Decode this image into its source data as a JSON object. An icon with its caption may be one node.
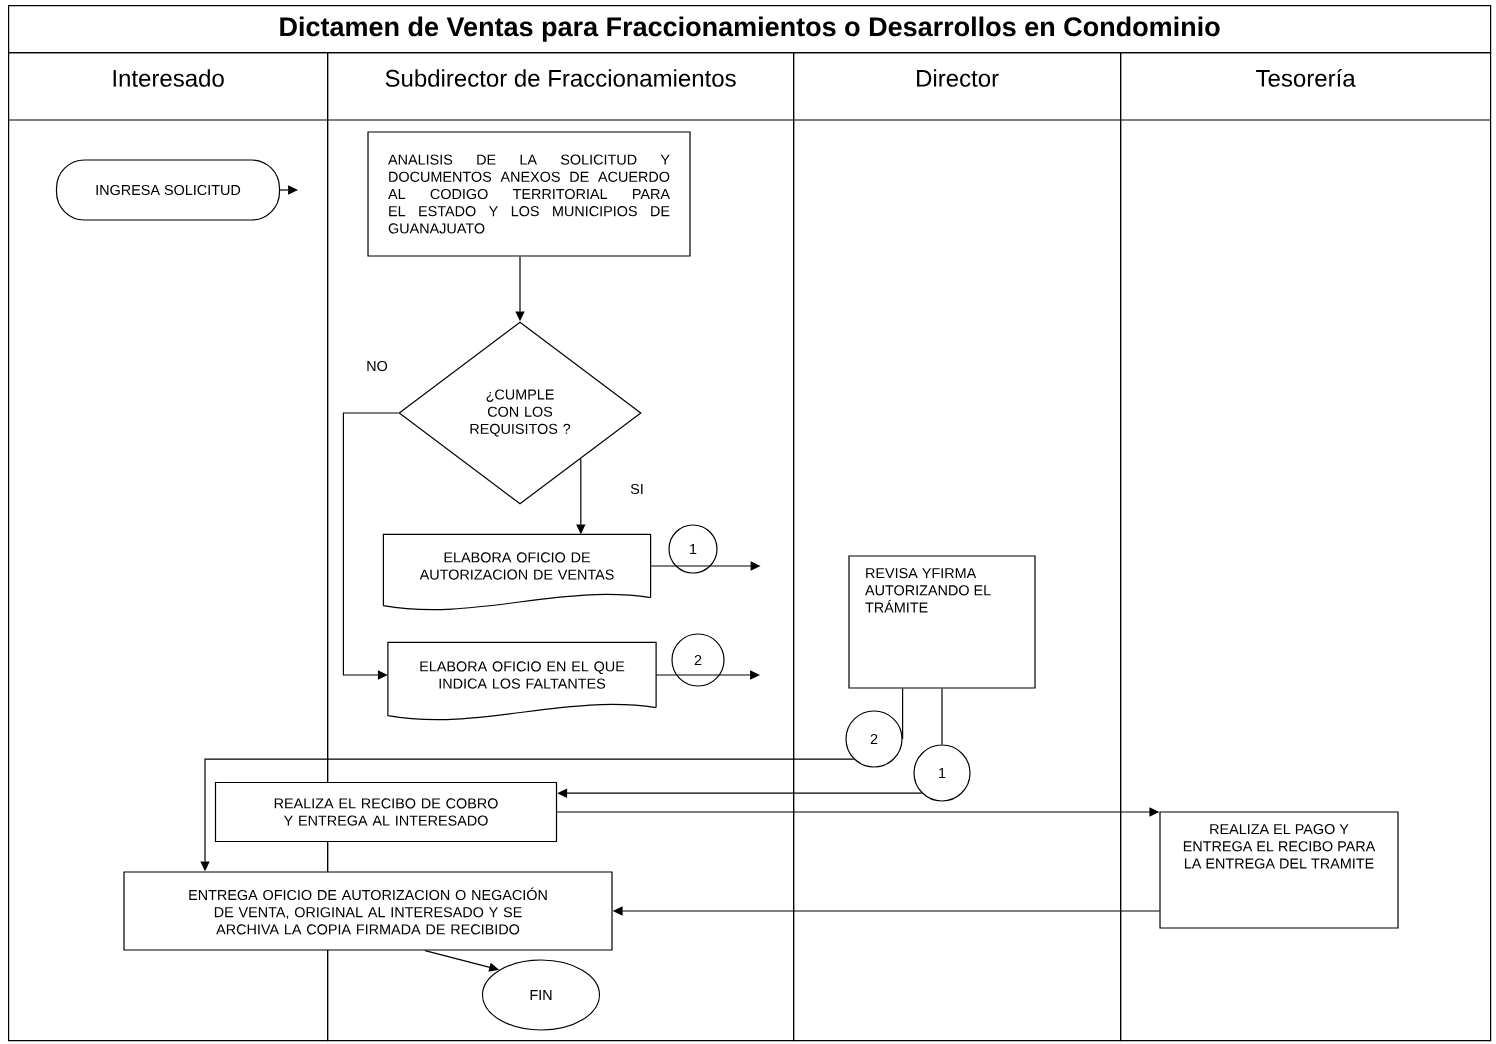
{
  "diagram": {
    "title": "Dictamen de Ventas para Fraccionamientos o Desarrollos en Condominio",
    "nodes": [
      {
        "text": [
          "Interesado"
        ]
      },
      {
        "text": [
          "Subdirector de Fraccionamientos"
        ]
      },
      {
        "text": [
          "Director"
        ]
      },
      {
        "text": [
          "Tesorería"
        ]
      },
      {
        "text": [
          "INGRESA SOLICITUD"
        ],
        "in": 0
      },
      {
        "text": [
          "ANALISIS DE LA SOLICITUD Y DOCUMENTOS ANEXOS DE ACUERDO AL CODIGO TERRITORIAL PARA EL ESTADO Y LOS MUNICIPIOS DE GUANAJUATO"
        ],
        "in": 1
      },
      {
        "text": [
          "¿CUMPLE CON LOS REQUISITOS ?"
        ],
        "in": 1
      },
      {
        "text": [
          "ELABORA OFICIO DE AUTORIZACION DE VENTAS"
        ],
        "in": 1
      },
      {
        "text": [
          "1"
        ],
        "in": 1
      },
      {
        "text": [
          "ELABORA OFICIO EN EL QUE INDICA LOS FALTANTES"
        ],
        "in": 1
      },
      {
        "text": [
          "2"
        ],
        "in": 1
      },
      {
        "text": [
          "REVISA YFIRMA AUTORIZANDO EL TRÁMITE"
        ],
        "in": 2
      },
      {
        "text": [
          "2"
        ],
        "in": 2
      },
      {
        "text": [
          "1"
        ],
        "in": 2
      },
      {
        "text": [
          "REALIZA EL RECIBO DE COBRO Y ENTREGA AL INTERESADO"
        ]
      },
      {
        "text": [
          "REALIZA EL PAGO Y ENTREGA EL RECIBO PARA LA ENTREGA DEL TRAMITE"
        ],
        "in": 3
      },
      {
        "text": [
          "ENTREGA OFICIO DE AUTORIZACION O NEGACIÓN DE VENTA, ORIGINAL AL INTERESADO Y SE ARCHIVA LA COPIA FIRMADA DE RECIBIDO"
        ]
      },
      {
        "text": [
          "FIN"
        ],
        "in": 1
      }
    ],
    "edges": [
      {
        "from": 4,
        "to": null,
        "arrow": "to"
      },
      {
        "from": 5,
        "to": 6,
        "arrow": "to"
      },
      {
        "from": 6,
        "to": 7,
        "arrow": "to",
        "label": "SI"
      },
      {
        "from": 6,
        "to": 9,
        "arrow": "to",
        "label": "NO"
      },
      {
        "from": 7,
        "to": null,
        "arrow": "to"
      },
      {
        "from": 9,
        "to": null,
        "arrow": "to"
      },
      {
        "from": 11,
        "to": 12,
        "arrow": "none"
      },
      {
        "from": 12,
        "to": 16,
        "arrow": "to"
      },
      {
        "from": 11,
        "to": 13,
        "arrow": "none"
      },
      {
        "from": 13,
        "to": 14,
        "arrow": "to"
      },
      {
        "from": 14,
        "to": 15,
        "arrow": "to"
      },
      {
        "from": 15,
        "to": 16,
        "arrow": "to"
      },
      {
        "from": 16,
        "to": 17,
        "arrow": "to"
      }
    ]
  }
}
